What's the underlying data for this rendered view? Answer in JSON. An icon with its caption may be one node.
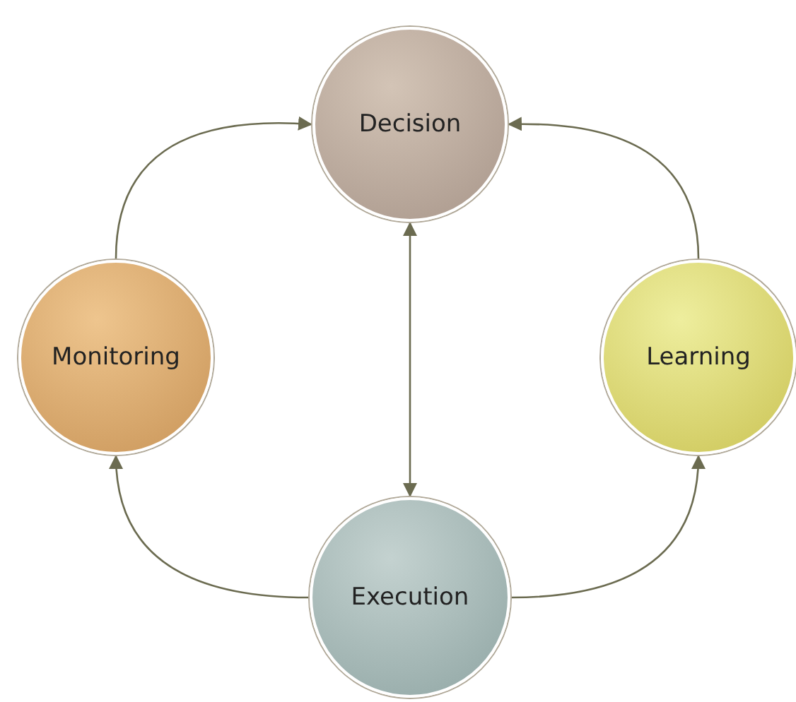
{
  "diagram": {
    "nodes": [
      {
        "text": [
          "Decision"
        ]
      },
      {
        "text": [
          "Monitoring"
        ]
      },
      {
        "text": [
          "Learning"
        ]
      },
      {
        "text": [
          "Execution"
        ]
      }
    ],
    "edges": [
      {
        "from": 1,
        "to": 0,
        "arrow": "to"
      },
      {
        "from": 2,
        "to": 0,
        "arrow": "to"
      },
      {
        "from": 0,
        "to": 3,
        "arrow": "both"
      },
      {
        "from": 3,
        "to": 1,
        "arrow": "to"
      },
      {
        "from": 3,
        "to": 2,
        "arrow": "to"
      }
    ]
  }
}
